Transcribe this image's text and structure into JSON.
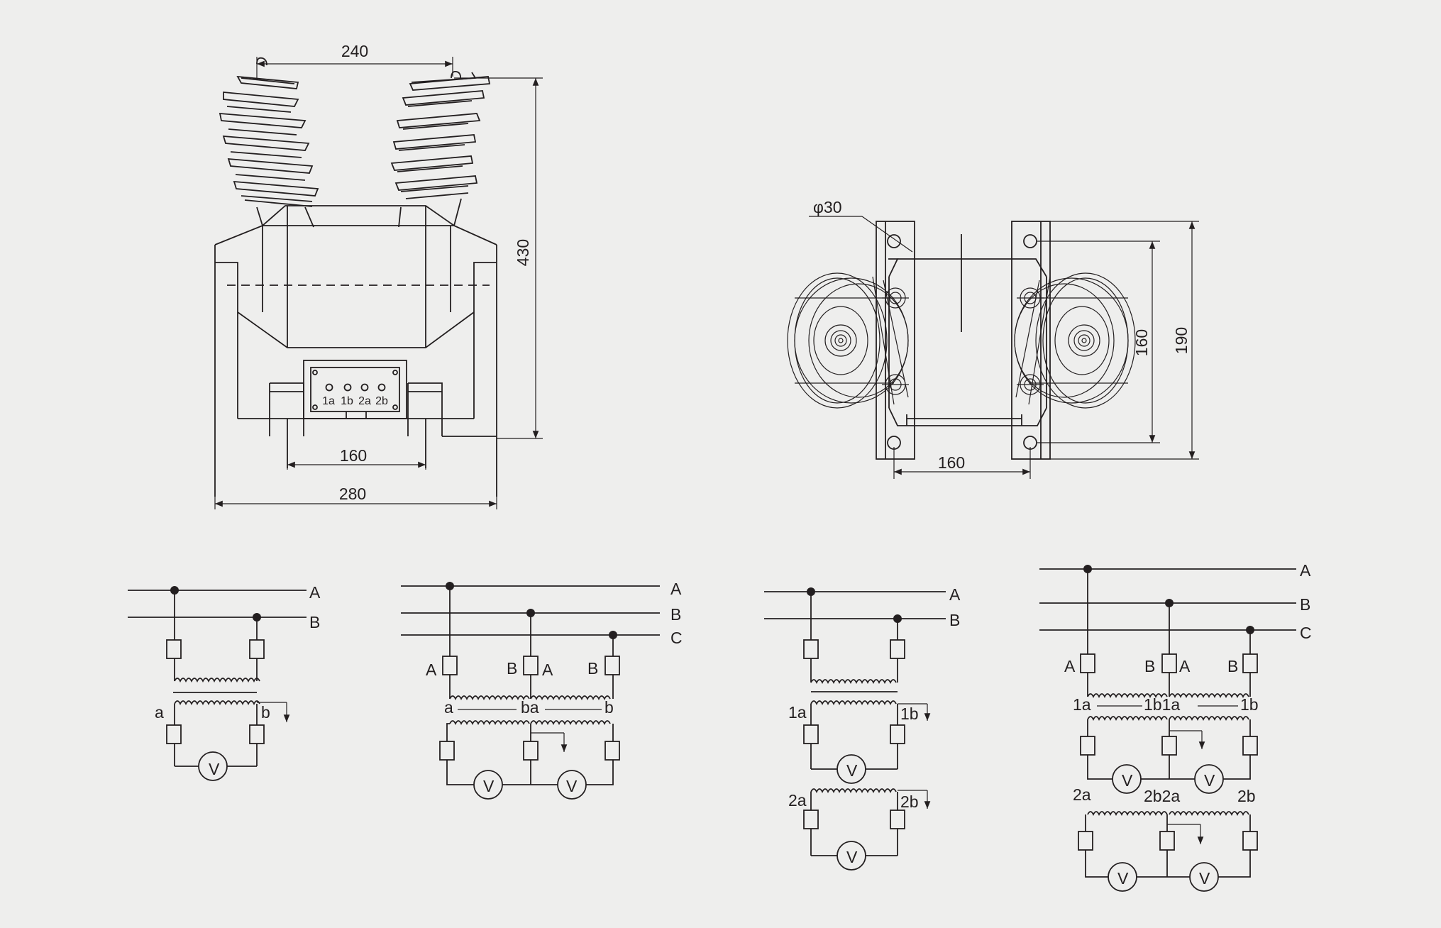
{
  "colors": {
    "background": "#eeeeed",
    "ink": "#231f20"
  },
  "front_view": {
    "dim_top": "240",
    "dim_height": "430",
    "dim_inner": "160",
    "dim_base": "280",
    "terminals": [
      "1a",
      "1b",
      "2a",
      "2b"
    ]
  },
  "top_view": {
    "hole": "φ30",
    "dim_width": "160",
    "dim_inner_height": "160",
    "dim_outer_height": "190"
  },
  "circuits": {
    "c1": {
      "lines": [
        "A",
        "B"
      ],
      "sec_left": "a",
      "sec_right": "b",
      "meter": "V"
    },
    "c2": {
      "lines": [
        "A",
        "B",
        "C"
      ],
      "pri": [
        "A",
        "B",
        "A",
        "B"
      ],
      "sec": [
        "a",
        "ba",
        "b"
      ],
      "meters": [
        "V",
        "V"
      ]
    },
    "c3": {
      "lines": [
        "A",
        "B"
      ],
      "sec1": [
        "1a",
        "1b"
      ],
      "sec2": [
        "2a",
        "2b"
      ],
      "meters": [
        "V",
        "V"
      ]
    },
    "c4": {
      "lines": [
        "A",
        "B",
        "C"
      ],
      "pri": [
        "A",
        "B",
        "A",
        "B"
      ],
      "sec1": [
        "1a",
        "1b1a",
        "1b"
      ],
      "sec2": [
        "2a",
        "2b2a",
        "2b"
      ],
      "meters": [
        "V",
        "V",
        "V",
        "V"
      ]
    }
  }
}
